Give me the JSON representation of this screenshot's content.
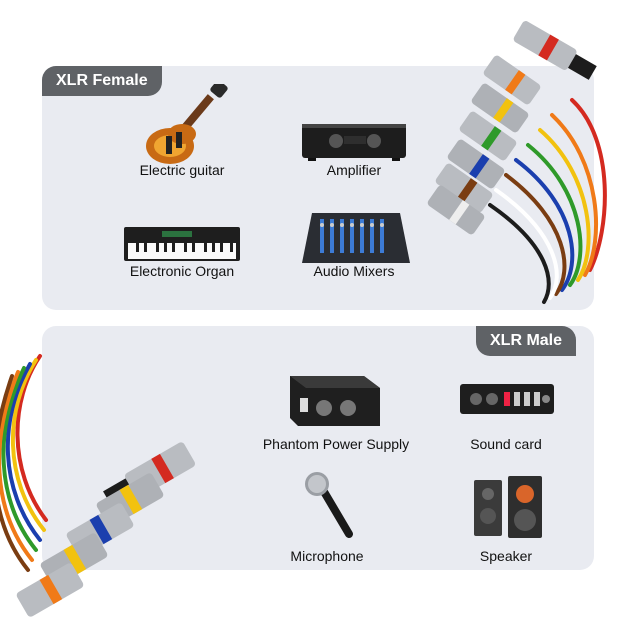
{
  "female": {
    "tag": "XLR Female",
    "items": [
      {
        "label": "Electric guitar",
        "icon": "electric-guitar-icon"
      },
      {
        "label": "Amplifier",
        "icon": "amplifier-icon"
      },
      {
        "label": "Electronic Organ",
        "icon": "keyboard-icon"
      },
      {
        "label": "Audio Mixers",
        "icon": "mixer-icon"
      }
    ]
  },
  "male": {
    "tag": "XLR Male",
    "items": [
      {
        "label": "Phantom Power Supply",
        "icon": "phantom-power-icon"
      },
      {
        "label": "Sound card",
        "icon": "sound-card-icon"
      },
      {
        "label": "Microphone",
        "icon": "microphone-icon"
      },
      {
        "label": "Speaker",
        "icon": "speaker-icon"
      }
    ]
  },
  "colors": {
    "panel": "#e9ebf1",
    "tag": "#5f6266",
    "cables": [
      "#d42a20",
      "#f2c20f",
      "#1b3fae",
      "#2f9a2a",
      "#f07a18",
      "#7a3d12",
      "#1c1c1c",
      "#ffffff"
    ]
  }
}
